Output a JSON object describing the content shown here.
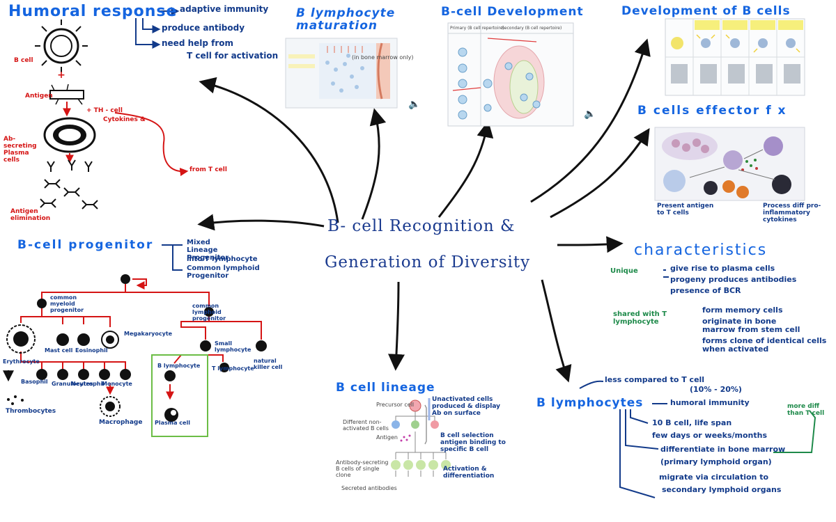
{
  "center": {
    "line1": "B- cell Recognition &",
    "line2": "Generation of Diversity"
  },
  "humoral": {
    "title": "Humoral response",
    "points": [
      "adaptive immunity",
      "produce antibody",
      "need help from",
      "T cell for activation"
    ],
    "labels": {
      "bcell": "B cell",
      "antigen": "Antigen",
      "th": "+ TH - cell",
      "cytokines": "Cytokines &",
      "from_t": "from T cell",
      "plasma": "Ab-secreting Plasma cells",
      "elimination": "Antigen elimination"
    }
  },
  "maturation": {
    "title_line1": "B lymphocyte",
    "title_line2": "maturation",
    "caption": "(in bone marrow only)"
  },
  "development": {
    "title": "B-cell Development",
    "col1": "Primary (B cell repertoire)",
    "col2": "Secondary (B cell repertoire)"
  },
  "dev_stages": {
    "title": "Development of B cells"
  },
  "effector": {
    "title": "B cells effector f x",
    "labels": {
      "present": "Present antigen to T cells",
      "process": "Process diff pro-inflammatory cytokines"
    }
  },
  "progenitor": {
    "title": "B-cell progenitor",
    "notes": [
      "Mixed Lineage Progenitor",
      "into T lymphocyte",
      "Common lymphoid Progenitor"
    ],
    "tree": {
      "myeloid": "common myeloid progenitor",
      "lymphoid": "common lymphoid progenitor",
      "granulocytes": "Granulocytes",
      "mast": "Mast cell",
      "eosino": "Eosinophil",
      "mega": "Megakaryocyte",
      "erythro": "Erythrocyte",
      "basophil": "Basophil",
      "neutro": "Neutrophil",
      "mono": "Monocyte",
      "thrombo": "Thrombocytes",
      "macro": "Macrophage",
      "small_lymph": "Small lymphocyte",
      "b_lymph": "B lymphocyte",
      "t_lymph": "T lymphocyte",
      "nk": "natural killer cell",
      "plasma": "Plasma cell"
    }
  },
  "characteristics": {
    "title": "characteristics",
    "unique_label": "Unique",
    "unique_points": [
      "give rise to plasma cells",
      "progeny produces antibodies",
      "presence of BCR"
    ],
    "shared_label": "shared with T lymphocyte",
    "shared_points": [
      "form memory cells",
      "originate in bone marrow from stem cell",
      "forms clone of identical cells when activated"
    ]
  },
  "lineage": {
    "title": "B cell lineage",
    "figure": {
      "precursor": "Precursor cell",
      "different": "Different non-activated B cells",
      "antigen": "Antigen",
      "secreting": "Antibody-secreting B cells of single clone",
      "secreted": "Secreted antibodies"
    },
    "notes": [
      "Unactivated cells produced & display Ab on surface",
      "B cell selection antigen binding to specific B cell",
      "Activation & differentiation"
    ]
  },
  "lymphocytes": {
    "title": "B lymphocytes",
    "count_note": "less compared to T cell",
    "count_pct": "(10% - 20%)",
    "humoral": "humoral immunity",
    "count": "10 B cell, life span",
    "lifespan": "few days or weeks/months",
    "diff": "differentiate in bone marrow",
    "organ": "(primary lymphoid organ)",
    "migrate": "migrate via circulation to",
    "secondary": "secondary lymphoid organs",
    "green_note": "more diff than T cell"
  },
  "colors": {
    "blue": "#1565e0",
    "navy": "#123a8a",
    "red": "#d51414",
    "green": "#1e8a4a",
    "box": "#6bbd45"
  }
}
